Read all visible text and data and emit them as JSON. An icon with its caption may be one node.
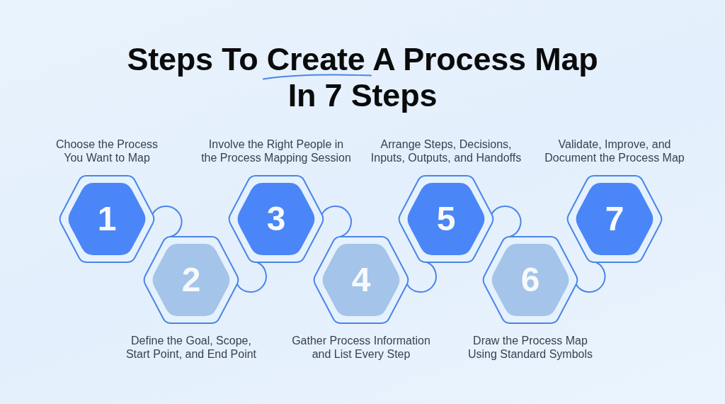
{
  "diagram": {
    "title": "Steps To Create A Process Map In 7 Steps",
    "nodes": [
      {
        "text": [
          "1"
        ],
        "beside": [
          "Choose the Process You Want to Map"
        ]
      },
      {
        "text": [
          "2"
        ],
        "beside": [
          "Define the Goal, Scope, Start Point, and End Point"
        ]
      },
      {
        "text": [
          "3"
        ],
        "beside": [
          "Involve the Right People in the Process Mapping Session"
        ]
      },
      {
        "text": [
          "4"
        ],
        "beside": [
          "Gather Process Information and List Every Step"
        ]
      },
      {
        "text": [
          "5"
        ],
        "beside": [
          "Arrange Steps, Decisions, Inputs, Outputs, and Handoffs"
        ]
      },
      {
        "text": [
          "6"
        ],
        "beside": [
          "Draw the Process Map Using Standard Symbols"
        ]
      },
      {
        "text": [
          "7"
        ],
        "beside": [
          "Validate, Improve, and Document the Process Map"
        ]
      }
    ],
    "edges": [
      {
        "from": 0,
        "to": 1,
        "arrow": "none"
      },
      {
        "from": 1,
        "to": 2,
        "arrow": "none"
      },
      {
        "from": 2,
        "to": 3,
        "arrow": "none"
      },
      {
        "from": 3,
        "to": 4,
        "arrow": "none"
      },
      {
        "from": 4,
        "to": 5,
        "arrow": "none"
      },
      {
        "from": 5,
        "to": 6,
        "arrow": "none"
      }
    ]
  }
}
